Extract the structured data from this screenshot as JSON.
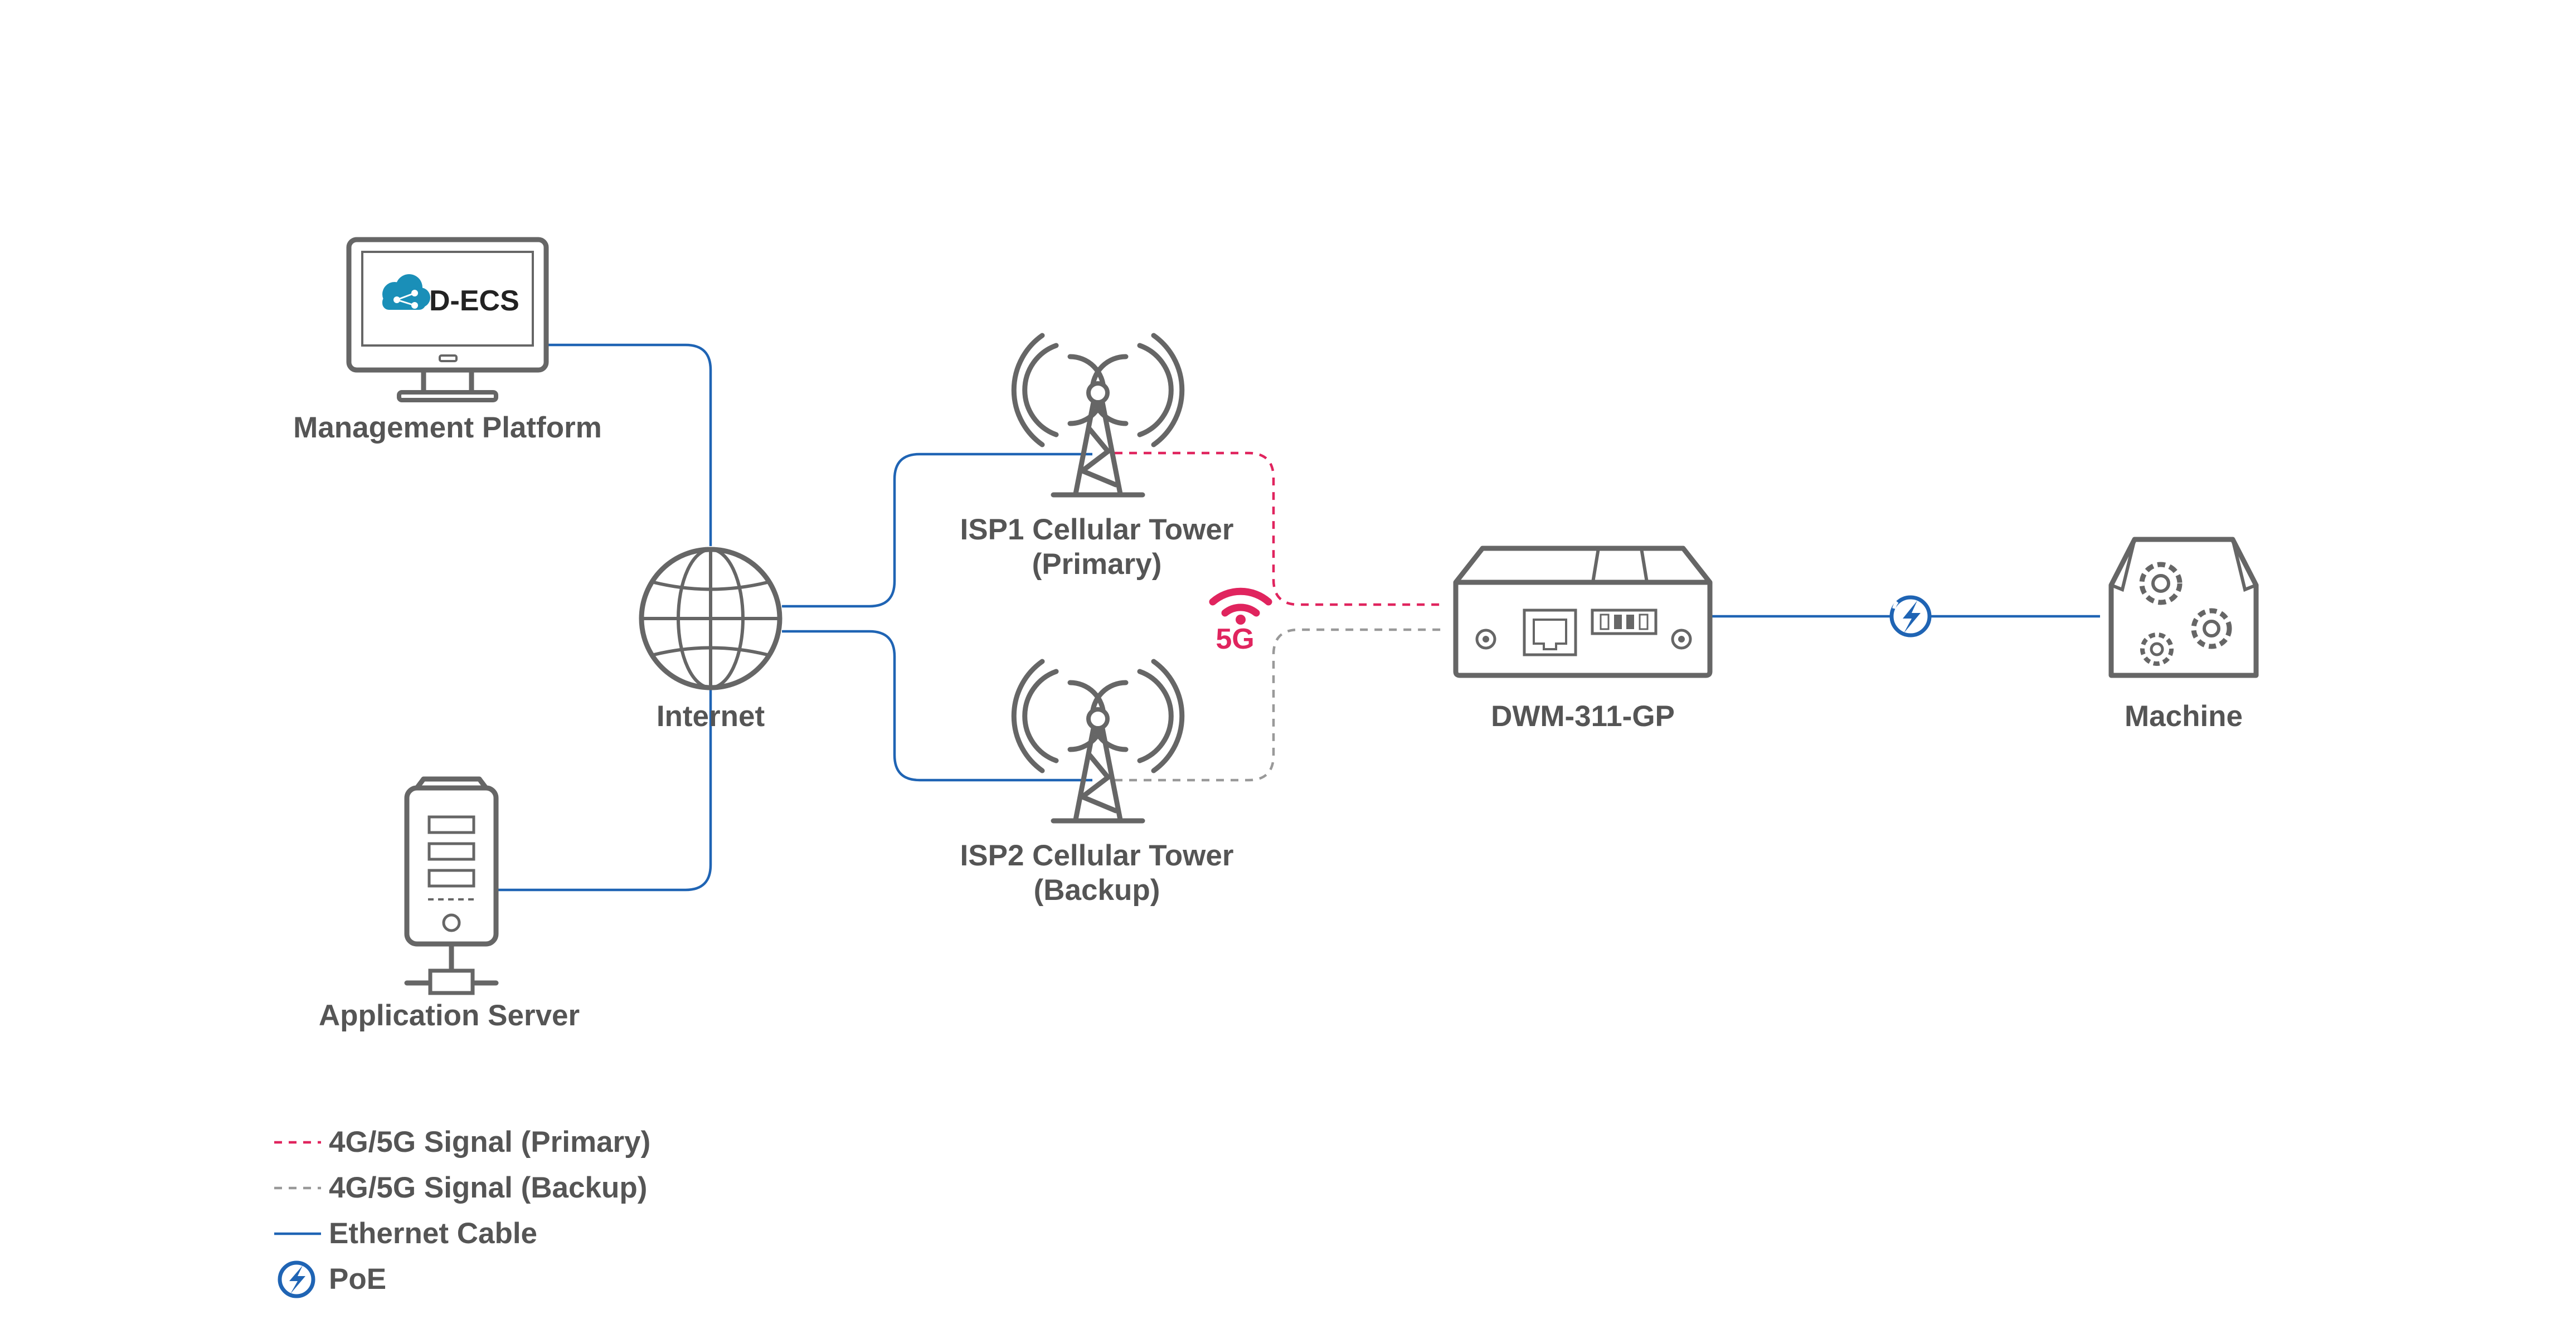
{
  "nodes": {
    "management_platform": {
      "label": "Management Platform",
      "screen_brand": "D-ECS"
    },
    "application_server": {
      "label": "Application Server"
    },
    "internet": {
      "label": "Internet"
    },
    "isp1": {
      "label_line1": "ISP1 Cellular Tower",
      "label_line2": "(Primary)"
    },
    "isp2": {
      "label_line1": "ISP2 Cellular Tower",
      "label_line2": "(Backup)"
    },
    "signal_badge": {
      "label": "5G"
    },
    "router": {
      "label": "DWM-311-GP"
    },
    "machine": {
      "label": "Machine"
    }
  },
  "legend": {
    "primary": "4G/5G Signal (Primary)",
    "backup": "4G/5G Signal (Backup)",
    "ethernet": "Ethernet Cable",
    "poe": "PoE"
  },
  "colors": {
    "ethernet": "#1f64b4",
    "primary_signal": "#e0245e",
    "backup_signal": "#999999",
    "icon": "#666666",
    "brand_cloud": "#1a8fb8"
  },
  "icons": [
    "monitor-icon",
    "cloud-logo-icon",
    "globe-icon",
    "server-icon",
    "cell-tower-icon",
    "wifi-signal-icon",
    "router-icon",
    "poe-bolt-icon",
    "machine-gears-icon"
  ]
}
